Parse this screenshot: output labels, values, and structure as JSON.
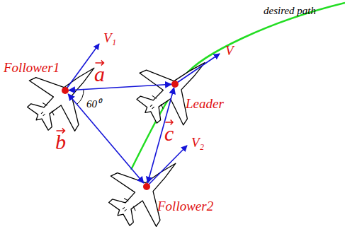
{
  "diagram": {
    "nodes": [
      {
        "text": [
          "Follower1"
        ]
      },
      {
        "text": [
          "Leader"
        ]
      },
      {
        "text": [
          "Follower2"
        ]
      }
    ],
    "edges": [
      {
        "from": 0,
        "to": 1,
        "arrow": "both",
        "label": "a"
      },
      {
        "from": 0,
        "to": 2,
        "arrow": "both",
        "label": "b"
      },
      {
        "from": 2,
        "to": 1,
        "arrow": "both",
        "label": "c"
      }
    ],
    "labels": [
      "V₁",
      "V",
      "V₂",
      "60⁰",
      "desired path"
    ]
  }
}
